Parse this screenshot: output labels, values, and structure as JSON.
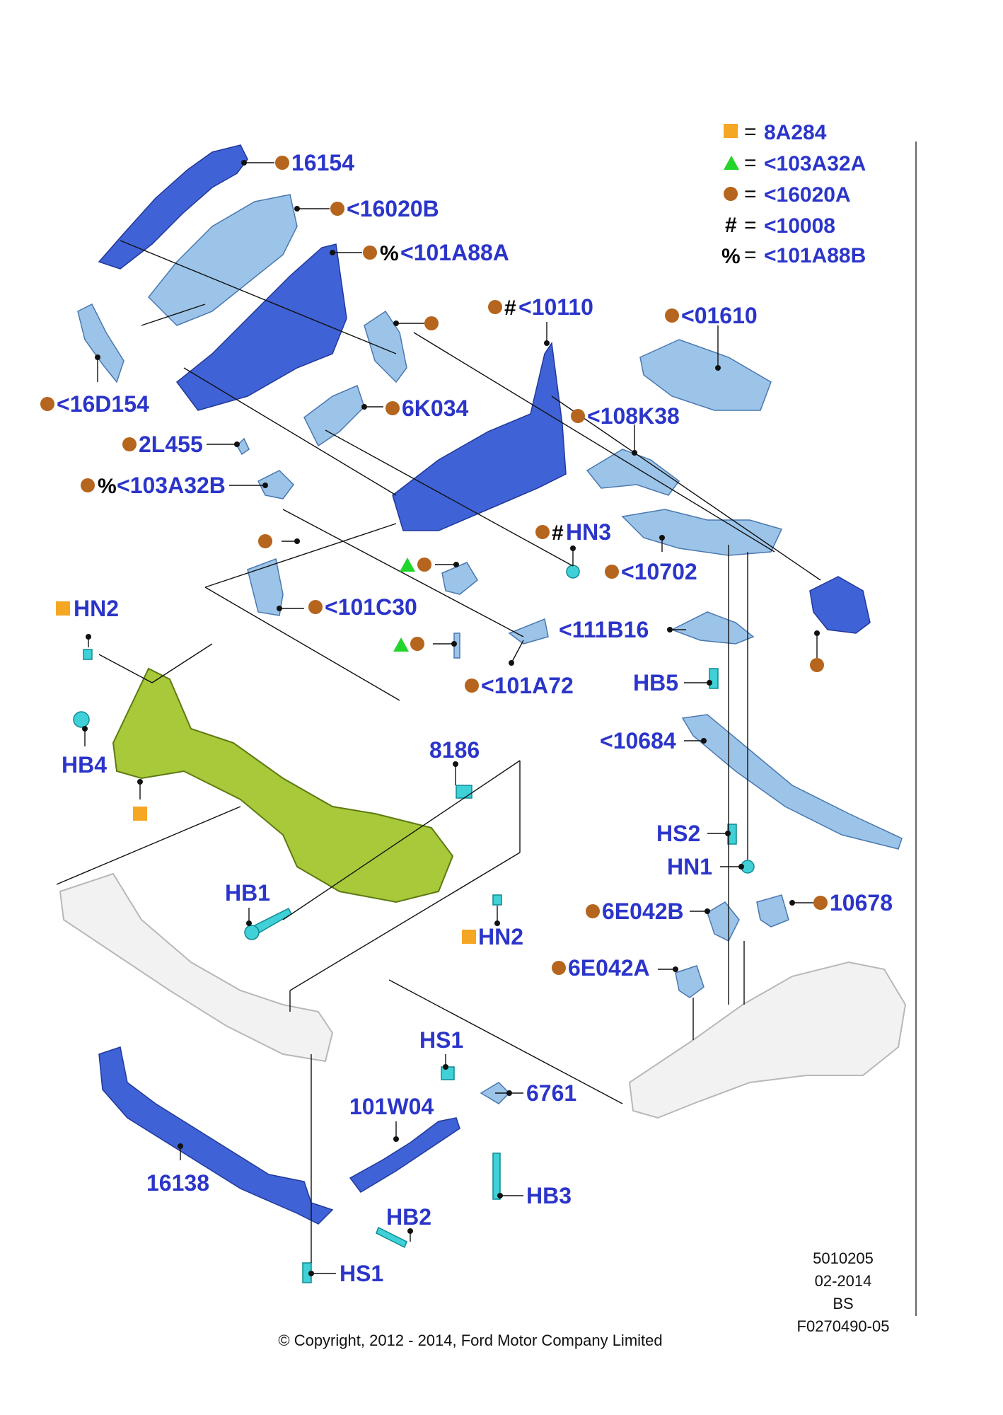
{
  "legend": {
    "items": [
      {
        "shape": "square",
        "color": "#f5a623",
        "eq": "=",
        "text": "8A284"
      },
      {
        "shape": "triangle",
        "color": "#22d52a",
        "eq": "=",
        "text": "<103A32A"
      },
      {
        "shape": "circle",
        "color": "#b5651d",
        "eq": "=",
        "text": "<16020A"
      },
      {
        "shape": "hash",
        "color": "#000000",
        "eq": "=",
        "text": "<10008"
      },
      {
        "shape": "percent",
        "color": "#000000",
        "eq": "=",
        "text": "<101A88B"
      }
    ]
  },
  "markers": {
    "circle_color": "#b5651d",
    "square_color": "#f5a623",
    "triangle_color": "#22d52a",
    "hash": "#",
    "percent": "%"
  },
  "labels": {
    "p16154": "16154",
    "p16020B": "<16020B",
    "p101A88A": "<101A88A",
    "p16D154": "<16D154",
    "p10110": "<10110",
    "p01610": "<01610",
    "p6K034": "6K034",
    "p108K38": "<108K38",
    "p2L455": "2L455",
    "p103A32B": "<103A32B",
    "pHN3": "HN3",
    "p10702": "<10702",
    "p101C30": "<101C30",
    "pHN2a": "HN2",
    "p111B16": "<111B16",
    "pHB5": "HB5",
    "p101A72": "<101A72",
    "p10684": "<10684",
    "pHB4": "HB4",
    "p8186": "8186",
    "pHS2": "HS2",
    "pHN1": "HN1",
    "pHB1": "HB1",
    "p6E042B": "6E042B",
    "p10678": "10678",
    "pHN2b": "HN2",
    "p6E042A": "6E042A",
    "pHS1a": "HS1",
    "p6761": "6761",
    "p101W04": "101W04",
    "p16138": "16138",
    "pHB3": "HB3",
    "pHB2": "HB2",
    "pHS1b": "HS1"
  },
  "info_block": {
    "line1": "5010205",
    "line2": "02-2014",
    "line3": "BS",
    "line4": "F0270490-05"
  },
  "copyright": "© Copyright, 2012 - 2014, Ford Motor Company Limited"
}
